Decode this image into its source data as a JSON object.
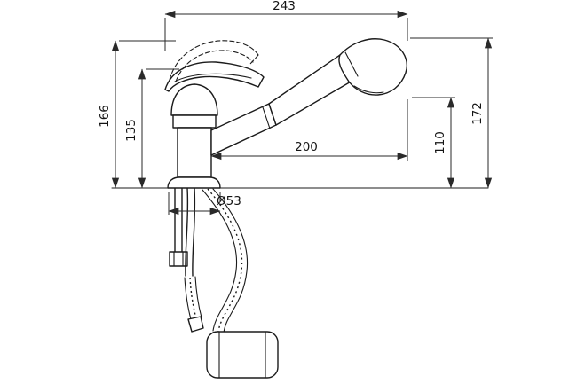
{
  "drawing": {
    "subject": "Pull-out kitchen faucet technical drawing",
    "dimensions": {
      "overall_width": "243",
      "height_to_raised_handle": "166",
      "height_to_handle": "135",
      "height_to_spray_head_top": "172",
      "height_to_spray_outlet": "110",
      "spout_reach": "200",
      "base_diameter": "Ø53"
    },
    "colors": {
      "line": "#1b1b1b",
      "dimension_line": "#2a2a2a",
      "background": "#ffffff"
    }
  }
}
